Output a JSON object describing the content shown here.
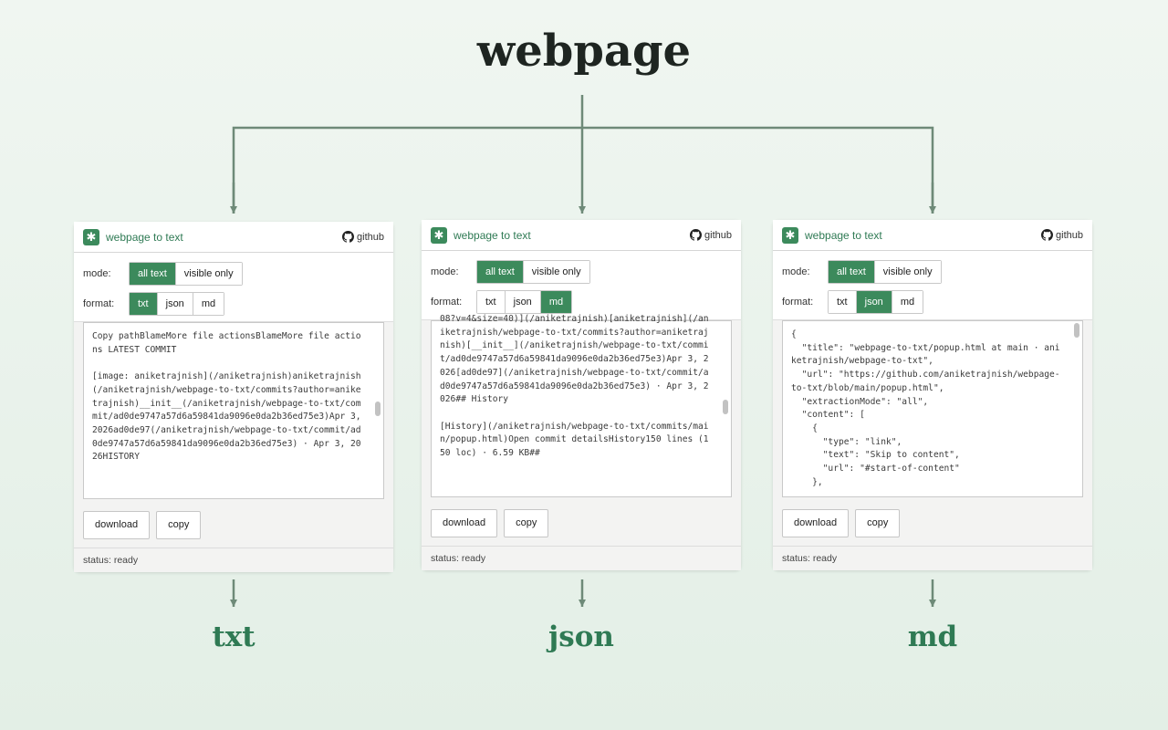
{
  "diagram": {
    "title": "webpage",
    "outputs": [
      "txt",
      "json",
      "md"
    ]
  },
  "colors": {
    "accent": "#3c8a5c",
    "label_green": "#2f7a54",
    "arrow": "#6e8a78"
  },
  "popups": [
    {
      "header": {
        "title": "webpage to text",
        "github": "github",
        "logo_icon": "bug-icon"
      },
      "mode_label": "mode:",
      "modes": [
        "all text",
        "visible only"
      ],
      "active_mode": "all text",
      "format_label": "format:",
      "formats": [
        "txt",
        "json",
        "md"
      ],
      "active_format": "txt",
      "content": "Copy pathBlameMore file actionsBlameMore file actions LATEST COMMIT\n\n[image: aniketrajnish](/aniketrajnish)aniketrajnish(/aniketrajnish/webpage-to-txt/commits?author=aniketrajnish)__init__(/aniketrajnish/webpage-to-txt/commit/ad0de9747a57d6a59841da9096e0da2b36ed75e3)Apr 3, 2026ad0de97(/aniketrajnish/webpage-to-txt/commit/ad0de9747a57d6a59841da9096e0da2b36ed75e3) · Apr 3, 2026HISTORY",
      "download_label": "download",
      "copy_label": "copy",
      "status": "status: ready"
    },
    {
      "header": {
        "title": "webpage to text",
        "github": "github",
        "logo_icon": "bug-icon"
      },
      "mode_label": "mode:",
      "modes": [
        "all text",
        "visible only"
      ],
      "active_mode": "all text",
      "format_label": "format:",
      "formats": [
        "txt",
        "json",
        "md"
      ],
      "active_format": "md",
      "content": "08?v=4&size=40)](/aniketrajnish)[aniketrajnish](/aniketrajnish/webpage-to-txt/commits?author=aniketrajnish)[__init__](/aniketrajnish/webpage-to-txt/commit/ad0de9747a57d6a59841da9096e0da2b36ed75e3)Apr 3, 2026[ad0de97](/aniketrajnish/webpage-to-txt/commit/ad0de9747a57d6a59841da9096e0da2b36ed75e3) · Apr 3, 2026## History\n\n[History](/aniketrajnish/webpage-to-txt/commits/main/popup.html)Open commit detailsHistory150 lines (150 loc) · 6.59 KB##",
      "download_label": "download",
      "copy_label": "copy",
      "status": "status: ready"
    },
    {
      "header": {
        "title": "webpage to text",
        "github": "github",
        "logo_icon": "bug-icon"
      },
      "mode_label": "mode:",
      "modes": [
        "all text",
        "visible only"
      ],
      "active_mode": "all text",
      "format_label": "format:",
      "formats": [
        "txt",
        "json",
        "md"
      ],
      "active_format": "json",
      "content": "{\n  \"title\": \"webpage-to-txt/popup.html at main · aniketrajnish/webpage-to-txt\",\n  \"url\": \"https://github.com/aniketrajnish/webpage-to-txt/blob/main/popup.html\",\n  \"extractionMode\": \"all\",\n  \"content\": [\n    {\n      \"type\": \"link\",\n      \"text\": \"Skip to content\",\n      \"url\": \"#start-of-content\"\n    },",
      "download_label": "download",
      "copy_label": "copy",
      "status": "status: ready"
    }
  ]
}
